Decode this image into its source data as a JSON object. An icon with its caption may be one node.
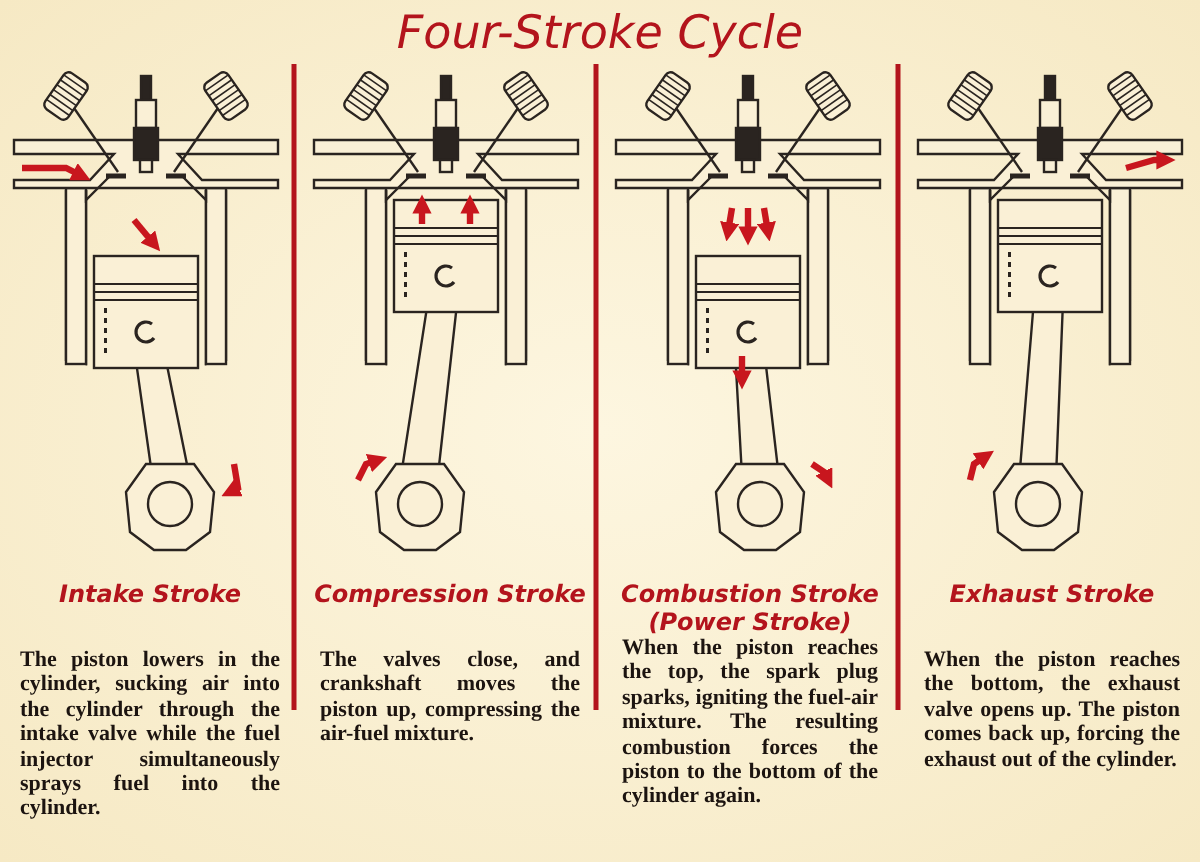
{
  "diagram": {
    "title": "Four-Stroke Cycle",
    "labels": [
      "Intake Stroke",
      "Compression Stroke",
      "Combustion Stroke (Power Stroke)",
      "Exhaust Stroke",
      "The piston lowers in the cylinder, sucking air into the cylinder through the intake valve while the fuel injector simultaneously sprays fuel into the cylinder.",
      "The valves close, and crankshaft moves the piston up, compressing the air-fuel mixture.",
      "When the piston reaches the top, the spark plug sparks, igniting the fuel-air mixture. The resulting combustion forces the piston to the bottom of the cylinder again.",
      "When the piston reaches the bottom, the exhaust valve opens up. The piston comes back up, forcing the exhaust out of the cylinder."
    ]
  }
}
